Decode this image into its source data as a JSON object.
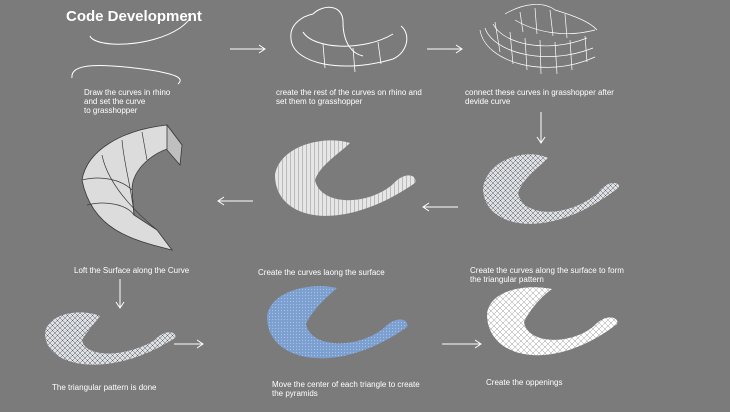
{
  "title": "Code Development",
  "steps": [
    {
      "caption_1": "Draw the curves in rhino",
      "caption_2": "and set the curve",
      "caption_3": "to grasshopper"
    },
    {
      "caption_1": "create the rest of the curves on rhino and",
      "caption_2": "set them to grasshopper"
    },
    {
      "caption_1": "connect these curves in grasshopper after",
      "caption_2": "devide curve"
    },
    {
      "caption_1": "Create the curves along the surface to form",
      "caption_2": "the triangular pattern"
    },
    {
      "caption_1": "Create the curves laong the surface"
    },
    {
      "caption_1": "Loft the Surface along the Curve"
    },
    {
      "caption_1": "The triangular pattern is done"
    },
    {
      "caption_1": "Move the center of each triangle to create",
      "caption_2": "the pyramids"
    },
    {
      "caption_1": "Create the oppenings"
    }
  ],
  "colors": {
    "background": "#7b7b7b",
    "text": "#ffffff",
    "blue_surface": "#7b9fd0",
    "grey_surface": "#d9d9d9"
  }
}
